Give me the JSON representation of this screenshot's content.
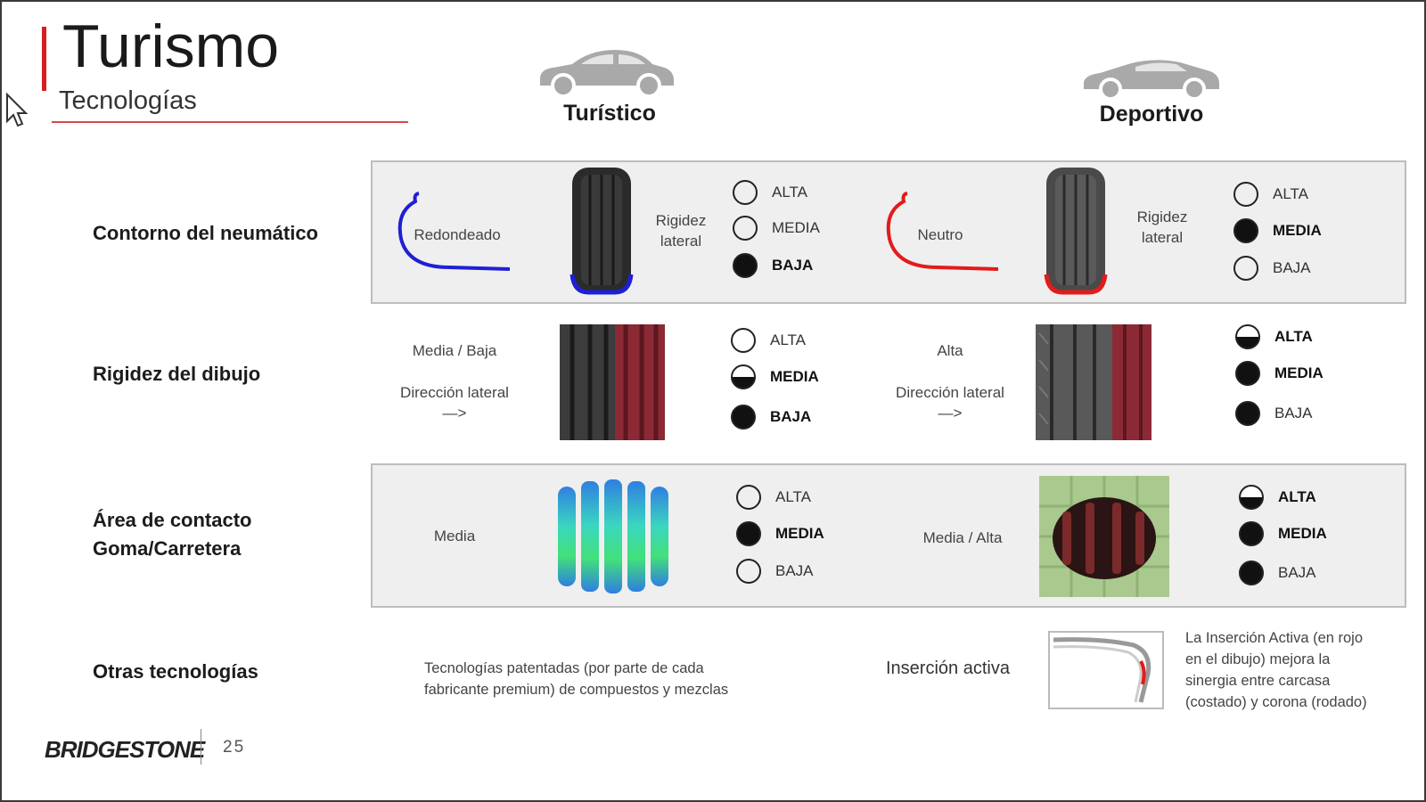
{
  "slide": {
    "title": "Turismo",
    "subtitle": "Tecnologías",
    "brand": "BRIDGESTONE",
    "page_number": "25"
  },
  "columns": {
    "left": "Turístico",
    "right": "Deportivo"
  },
  "colors": {
    "accent_red": "#d81e1e",
    "contour_blue": "#1f1fd6",
    "contour_red": "#e31b1b"
  },
  "rows": {
    "contorno": {
      "label": "Contorno del neumático",
      "left": {
        "shape": "Redondeado",
        "metric": [
          "Rigidez",
          "lateral"
        ],
        "levels": [
          {
            "label": "ALTA",
            "fill": "empty"
          },
          {
            "label": "MEDIA",
            "fill": "empty"
          },
          {
            "label": "BAJA",
            "fill": "full"
          }
        ]
      },
      "right": {
        "shape": "Neutro",
        "metric": [
          "Rigidez",
          "lateral"
        ],
        "levels": [
          {
            "label": "ALTA",
            "fill": "empty"
          },
          {
            "label": "MEDIA",
            "fill": "full"
          },
          {
            "label": "BAJA",
            "fill": "empty"
          }
        ]
      }
    },
    "rigidez": {
      "label": "Rigidez del dibujo",
      "left": {
        "value": "Media / Baja",
        "direction": "Dirección lateral",
        "arrow": "—>",
        "levels": [
          {
            "label": "ALTA",
            "fill": "empty"
          },
          {
            "label": "MEDIA",
            "fill": "half"
          },
          {
            "label": "BAJA",
            "fill": "full"
          }
        ]
      },
      "right": {
        "value": "Alta",
        "direction": "Dirección lateral",
        "arrow": "—>",
        "levels": [
          {
            "label": "ALTA",
            "fill": "half"
          },
          {
            "label": "MEDIA",
            "fill": "full"
          },
          {
            "label": "BAJA",
            "fill": "full"
          }
        ]
      }
    },
    "area": {
      "label_line1": "Área de contacto",
      "label_line2": "Goma/Carretera",
      "left": {
        "value": "Media",
        "levels": [
          {
            "label": "ALTA",
            "fill": "empty"
          },
          {
            "label": "MEDIA",
            "fill": "full"
          },
          {
            "label": "BAJA",
            "fill": "empty"
          }
        ]
      },
      "right": {
        "value": "Media / Alta",
        "levels": [
          {
            "label": "ALTA",
            "fill": "half"
          },
          {
            "label": "MEDIA",
            "fill": "full"
          },
          {
            "label": "BAJA",
            "fill": "full"
          }
        ]
      }
    },
    "otras": {
      "label": "Otras tecnologías",
      "description_line1": "Tecnologías patentadas (por parte de cada",
      "description_line2": "fabricante premium) de compuestos y mezclas",
      "insert_label": "Inserción activa",
      "insert_note": [
        "La Inserción Activa (en rojo",
        "en el dibujo) mejora la",
        "sinergia entre carcasa",
        "(costado) y corona (rodado)"
      ]
    }
  },
  "icons": [
    "cursor-arrow-icon",
    "car-sedan-icon",
    "car-sport-icon",
    "tire-icon"
  ]
}
